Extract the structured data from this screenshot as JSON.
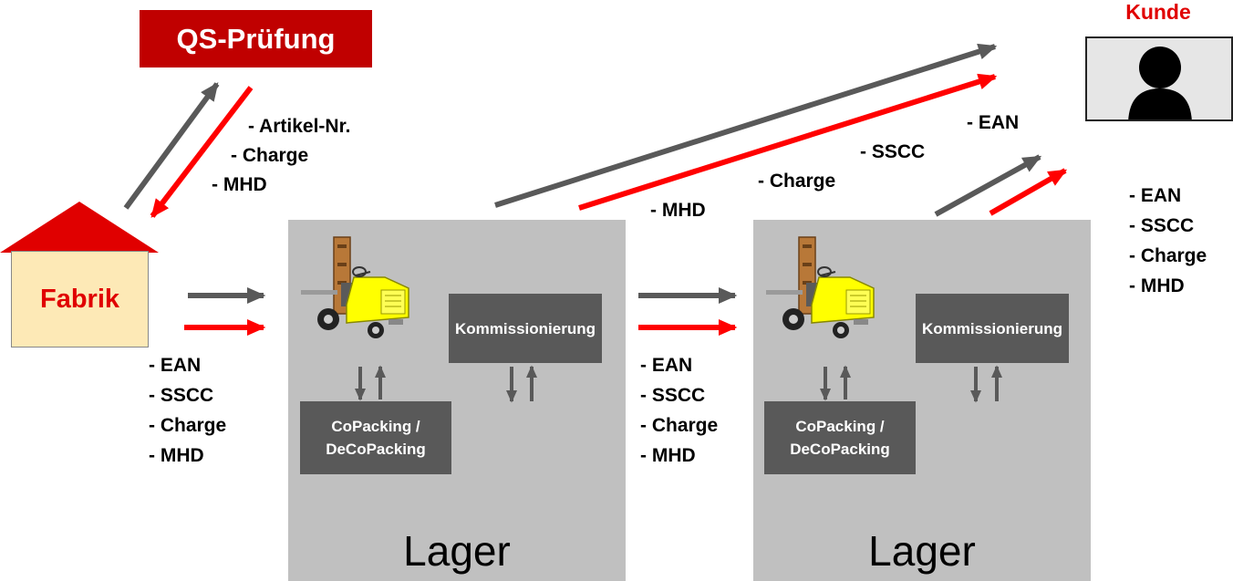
{
  "qs_pruefung": "QS-Prüfung",
  "fabrik": "Fabrik",
  "kunde": "Kunde",
  "qs_labels": [
    "- Artikel-Nr.",
    "- Charge",
    "- MHD"
  ],
  "fabrik_labels": [
    "- EAN",
    "- SSCC",
    "- Charge",
    "- MHD"
  ],
  "middle_labels": [
    "- EAN",
    "- SSCC",
    "- Charge",
    "- MHD"
  ],
  "kunde_labels": [
    "- EAN",
    "- SSCC",
    "- Charge",
    "- MHD"
  ],
  "top_labels": {
    "ean": "- EAN",
    "sscc": "- SSCC",
    "charge": "- Charge",
    "mhd": "- MHD"
  },
  "lager": [
    {
      "title": "Lager",
      "kommissionierung": "Kommissionierung",
      "copacking": [
        "CoPacking /",
        "DeCoPacking"
      ]
    },
    {
      "title": "Lager",
      "kommissionierung": "Kommissionierung",
      "copacking": [
        "CoPacking /",
        "DeCoPacking"
      ]
    }
  ],
  "colors": {
    "gray_arrow": "#595959",
    "red_arrow": "#ff0000",
    "lager_bg": "#c0c0c0",
    "qs_bg": "#c00000",
    "fabrik_bg": "#fde9b6",
    "box_dark": "#595959",
    "kunde_text": "#e00000"
  },
  "icons": [
    "forklift-icon",
    "person-icon",
    "roof-icon",
    "arrow-icon"
  ]
}
